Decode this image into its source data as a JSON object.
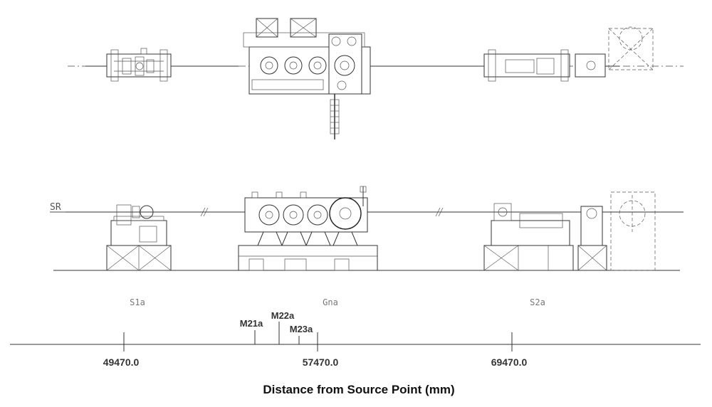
{
  "beam_label": "SR",
  "sections": {
    "s1": "S1a",
    "gn": "Gna",
    "s2": "S2a"
  },
  "axis": {
    "label": "Distance from Source Point (mm)",
    "ticks": [
      "49470.0",
      "57470.0",
      "69470.0"
    ]
  },
  "markers": {
    "m21": "M21a",
    "m22": "M22a",
    "m23": "M23a"
  }
}
